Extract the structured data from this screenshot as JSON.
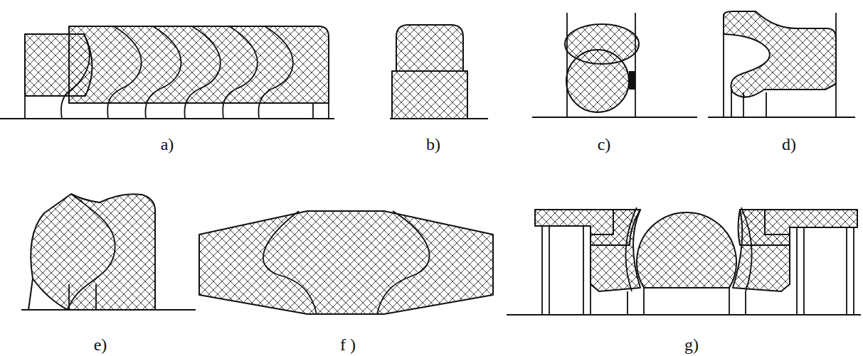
{
  "diagram": {
    "labels": [
      "a)",
      "b)",
      "c)",
      "d)",
      "e)",
      "f )",
      "g)"
    ]
  }
}
